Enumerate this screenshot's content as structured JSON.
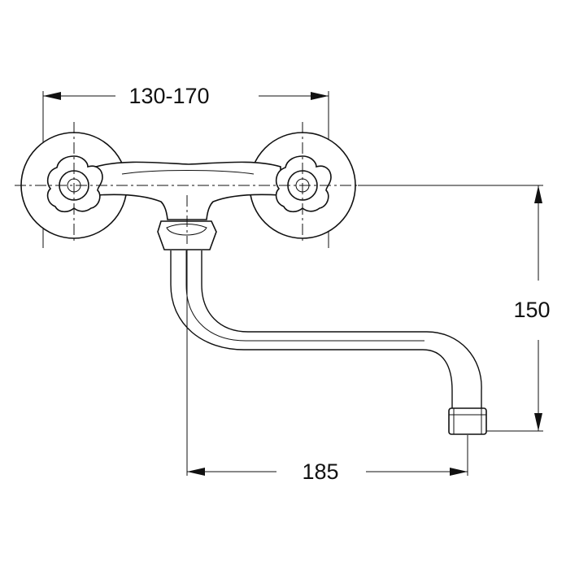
{
  "dimensions": {
    "width_label": "130-170",
    "height_label": "150",
    "reach_label": "185"
  },
  "colors": {
    "line": "#111111",
    "background": "#ffffff"
  }
}
